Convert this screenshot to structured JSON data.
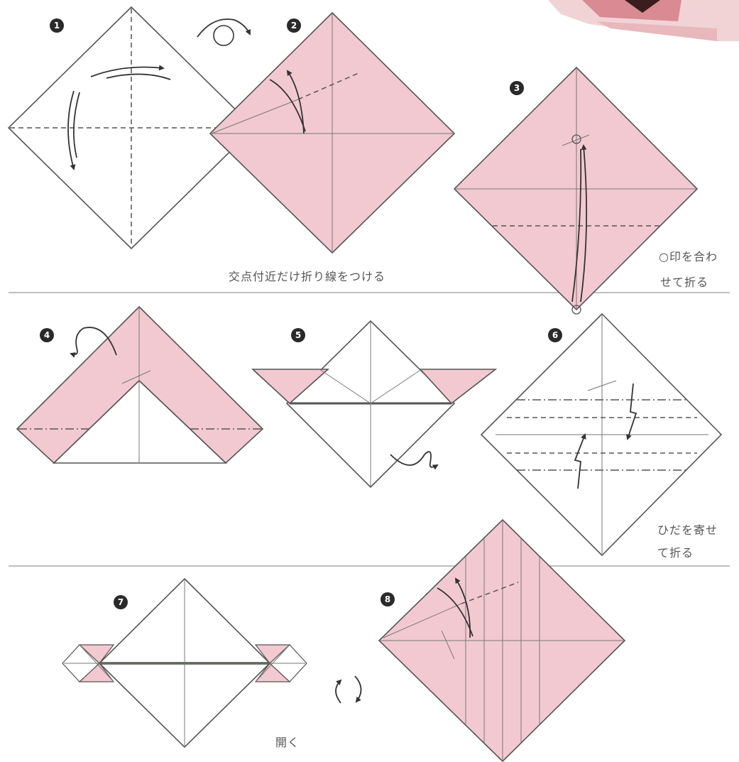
{
  "colors": {
    "paper_pink": "#f3c9d1",
    "paper_white": "#ffffff",
    "line": "#555555"
  },
  "steps": [
    {
      "number": "1"
    },
    {
      "number": "2"
    },
    {
      "number": "3"
    },
    {
      "number": "4"
    },
    {
      "number": "5"
    },
    {
      "number": "6"
    },
    {
      "number": "7"
    },
    {
      "number": "8"
    }
  ],
  "notes": {
    "pinch_crease": "交点付近だけ折り線をつける",
    "align_marks_line1": "○印を合わ",
    "align_marks_line2": "せて折る",
    "pleat_line1": "ひだを寄せ",
    "pleat_line2": "て折る",
    "open": "開く"
  }
}
